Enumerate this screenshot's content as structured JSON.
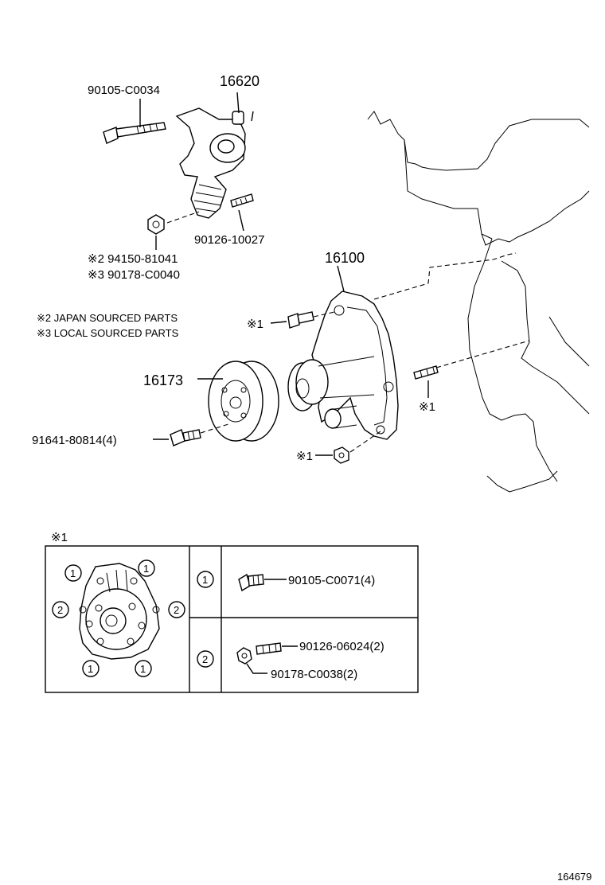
{
  "callouts": {
    "p_90105_C0034": "90105-C0034",
    "p_16620": "16620",
    "p_90126_10027": "90126-10027",
    "p_94150_81041": "※2 94150-81041",
    "p_90178_C0040": "※3 90178-C0040",
    "p_16100": "16100",
    "p_16173": "16173",
    "p_91641_80814": "91641-80814(4)",
    "mark1_a": "※1",
    "mark1_b": "※1",
    "mark1_c": "※1"
  },
  "notes": {
    "japan": "※2 JAPAN SOURCED PARTS",
    "local": "※3 LOCAL SOURCED PARTS"
  },
  "detail": {
    "title": "※1",
    "row1_key": "1",
    "row2_key": "2",
    "row1_part": "90105-C0071(4)",
    "row2_part_a": "90126-06024(2)",
    "row2_part_b": "90178-C0038(2)",
    "circle_labels": [
      "1",
      "1",
      "2",
      "2",
      "1",
      "1"
    ]
  },
  "illustration_id": "164679"
}
